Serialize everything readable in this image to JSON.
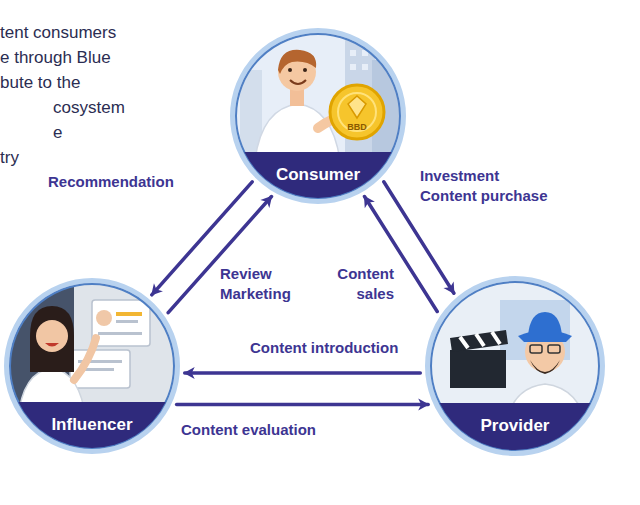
{
  "diagram": {
    "nodes": [
      {
        "text": [
          "Consumer"
        ]
      },
      {
        "text": [
          "Influencer"
        ]
      },
      {
        "text": [
          "Provider"
        ]
      }
    ],
    "edges": [
      {
        "from": 0,
        "to": 1,
        "label": "Recommendation",
        "arrow": "to"
      },
      {
        "from": 1,
        "to": 0,
        "label": "Review Marketing",
        "arrow": "to"
      },
      {
        "from": 0,
        "to": 2,
        "label": "Investment Content purchase",
        "arrow": "to"
      },
      {
        "from": 2,
        "to": 0,
        "label": "Content sales",
        "arrow": "to"
      },
      {
        "from": 2,
        "to": 1,
        "label": "Content introduction",
        "arrow": "to"
      },
      {
        "from": 1,
        "to": 2,
        "label": "Content evaluation",
        "arrow": "to"
      }
    ],
    "labels": [
      "tent consumers",
      "e through Blue",
      "bute to the",
      "cosystem",
      "e",
      "try",
      "BBD"
    ]
  }
}
